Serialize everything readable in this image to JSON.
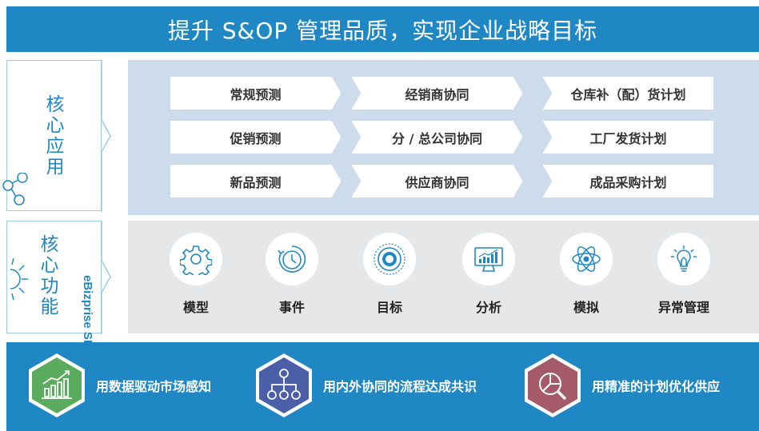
{
  "banner": {
    "title": "提升 S&OP 管理品质，实现企业战略目标"
  },
  "side": {
    "core_apps": [
      "核",
      "心",
      "应",
      "用"
    ],
    "core_functions": [
      "核",
      "心",
      "功",
      "能"
    ],
    "brand": "eBizprise SFS"
  },
  "applications": [
    [
      "常规预测",
      "经销商协同",
      "仓库补（配）货计划"
    ],
    [
      "促销预测",
      "分 / 总公司协同",
      "工厂发货计划"
    ],
    [
      "新品预测",
      "供应商协同",
      "成品采购计划"
    ]
  ],
  "functions": [
    {
      "label": "模型",
      "icon": "gear-icon"
    },
    {
      "label": "事件",
      "icon": "clock-icon"
    },
    {
      "label": "目标",
      "icon": "target-icon"
    },
    {
      "label": "分析",
      "icon": "monitor-chart-icon"
    },
    {
      "label": "模拟",
      "icon": "atom-icon"
    },
    {
      "label": "异常管理",
      "icon": "lightbulb-icon"
    }
  ],
  "values": [
    {
      "label": "用数据驱动市场感知",
      "icon": "bar-chart-icon",
      "color": "#5aab5e"
    },
    {
      "label": "用内外协同的流程达成共识",
      "icon": "org-chart-icon",
      "color": "#4a5fa8"
    },
    {
      "label": "用精准的计划优化供应",
      "icon": "magnify-pie-icon",
      "color": "#a55a6a"
    }
  ],
  "colors": {
    "accent": "#1f88c4",
    "panel_apps": "#ccdceb",
    "panel_functions": "#e6e7e8"
  }
}
